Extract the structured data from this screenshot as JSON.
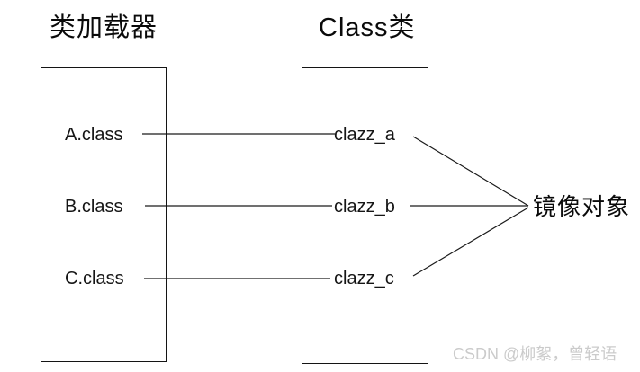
{
  "diagram": {
    "left_column": {
      "title": "类加载器",
      "items": [
        "A.class",
        "B.class",
        "C.class"
      ]
    },
    "right_column": {
      "title": "Class类",
      "items": [
        "clazz_a",
        "clazz_b",
        "clazz_c"
      ]
    },
    "result_label": "镜像对象",
    "watermark": "CSDN @柳絮，曾轻语",
    "colors": {
      "line": "#1a1a1a",
      "text": "#0a0a0a",
      "watermark": "#cbcbcb",
      "background": "#ffffff"
    }
  }
}
